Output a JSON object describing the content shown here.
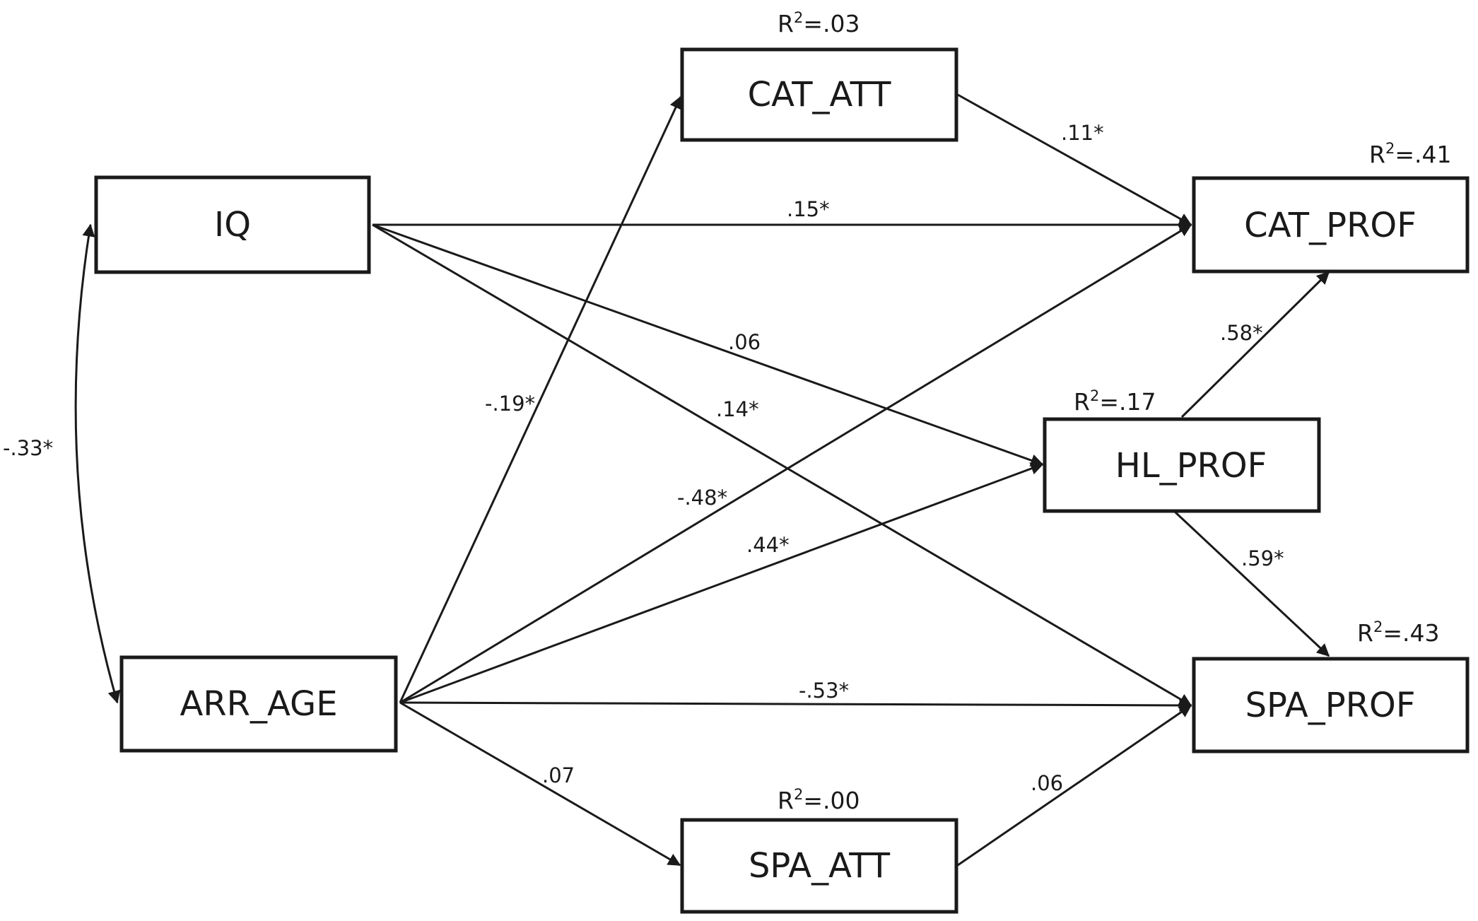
{
  "nodes": {
    "iq": {
      "label": "IQ"
    },
    "arr_age": {
      "label": "ARR_AGE"
    },
    "cat_att": {
      "label": "CAT_ATT",
      "r2_prefix": "R",
      "r2_sup": "2",
      "r2_value": "=.03"
    },
    "spa_att": {
      "label": "SPA_ATT",
      "r2_prefix": "R",
      "r2_sup": "2",
      "r2_value": "=.00"
    },
    "hl_prof": {
      "label": "HL_PROF",
      "r2_prefix": "R",
      "r2_sup": "2",
      "r2_value": "=.17"
    },
    "cat_prof": {
      "label": "CAT_PROF",
      "r2_prefix": "R",
      "r2_sup": "2",
      "r2_value": "=.41"
    },
    "spa_prof": {
      "label": "SPA_PROF",
      "r2_prefix": "R",
      "r2_sup": "2",
      "r2_value": "=.43"
    }
  },
  "paths": {
    "iq_arr_age": {
      "from": "IQ",
      "to": "ARR_AGE",
      "coef": "-.33*",
      "bidirectional": true
    },
    "iq_cat_prof": {
      "from": "IQ",
      "to": "CAT_PROF",
      "coef": ".15*"
    },
    "iq_hl_prof": {
      "from": "IQ",
      "to": "HL_PROF",
      "coef": ".06"
    },
    "iq_spa_prof": {
      "from": "IQ",
      "to": "SPA_PROF",
      "coef": ".14*"
    },
    "arr_cat_att": {
      "from": "ARR_AGE",
      "to": "CAT_ATT",
      "coef": "-.19*"
    },
    "arr_cat_prof": {
      "from": "ARR_AGE",
      "to": "CAT_PROF",
      "coef": "-.48*"
    },
    "arr_hl_prof": {
      "from": "ARR_AGE",
      "to": "HL_PROF",
      "coef": ".44*"
    },
    "arr_spa_prof": {
      "from": "ARR_AGE",
      "to": "SPA_PROF",
      "coef": "-.53*"
    },
    "arr_spa_att": {
      "from": "ARR_AGE",
      "to": "SPA_ATT",
      "coef": ".07"
    },
    "cat_att_cat_prof": {
      "from": "CAT_ATT",
      "to": "CAT_PROF",
      "coef": ".11*"
    },
    "spa_att_spa_prof": {
      "from": "SPA_ATT",
      "to": "SPA_PROF",
      "coef": ".06"
    },
    "hl_cat_prof": {
      "from": "HL_PROF",
      "to": "CAT_PROF",
      "coef": ".58*"
    },
    "hl_spa_prof": {
      "from": "HL_PROF",
      "to": "SPA_PROF",
      "coef": ".59*"
    }
  }
}
